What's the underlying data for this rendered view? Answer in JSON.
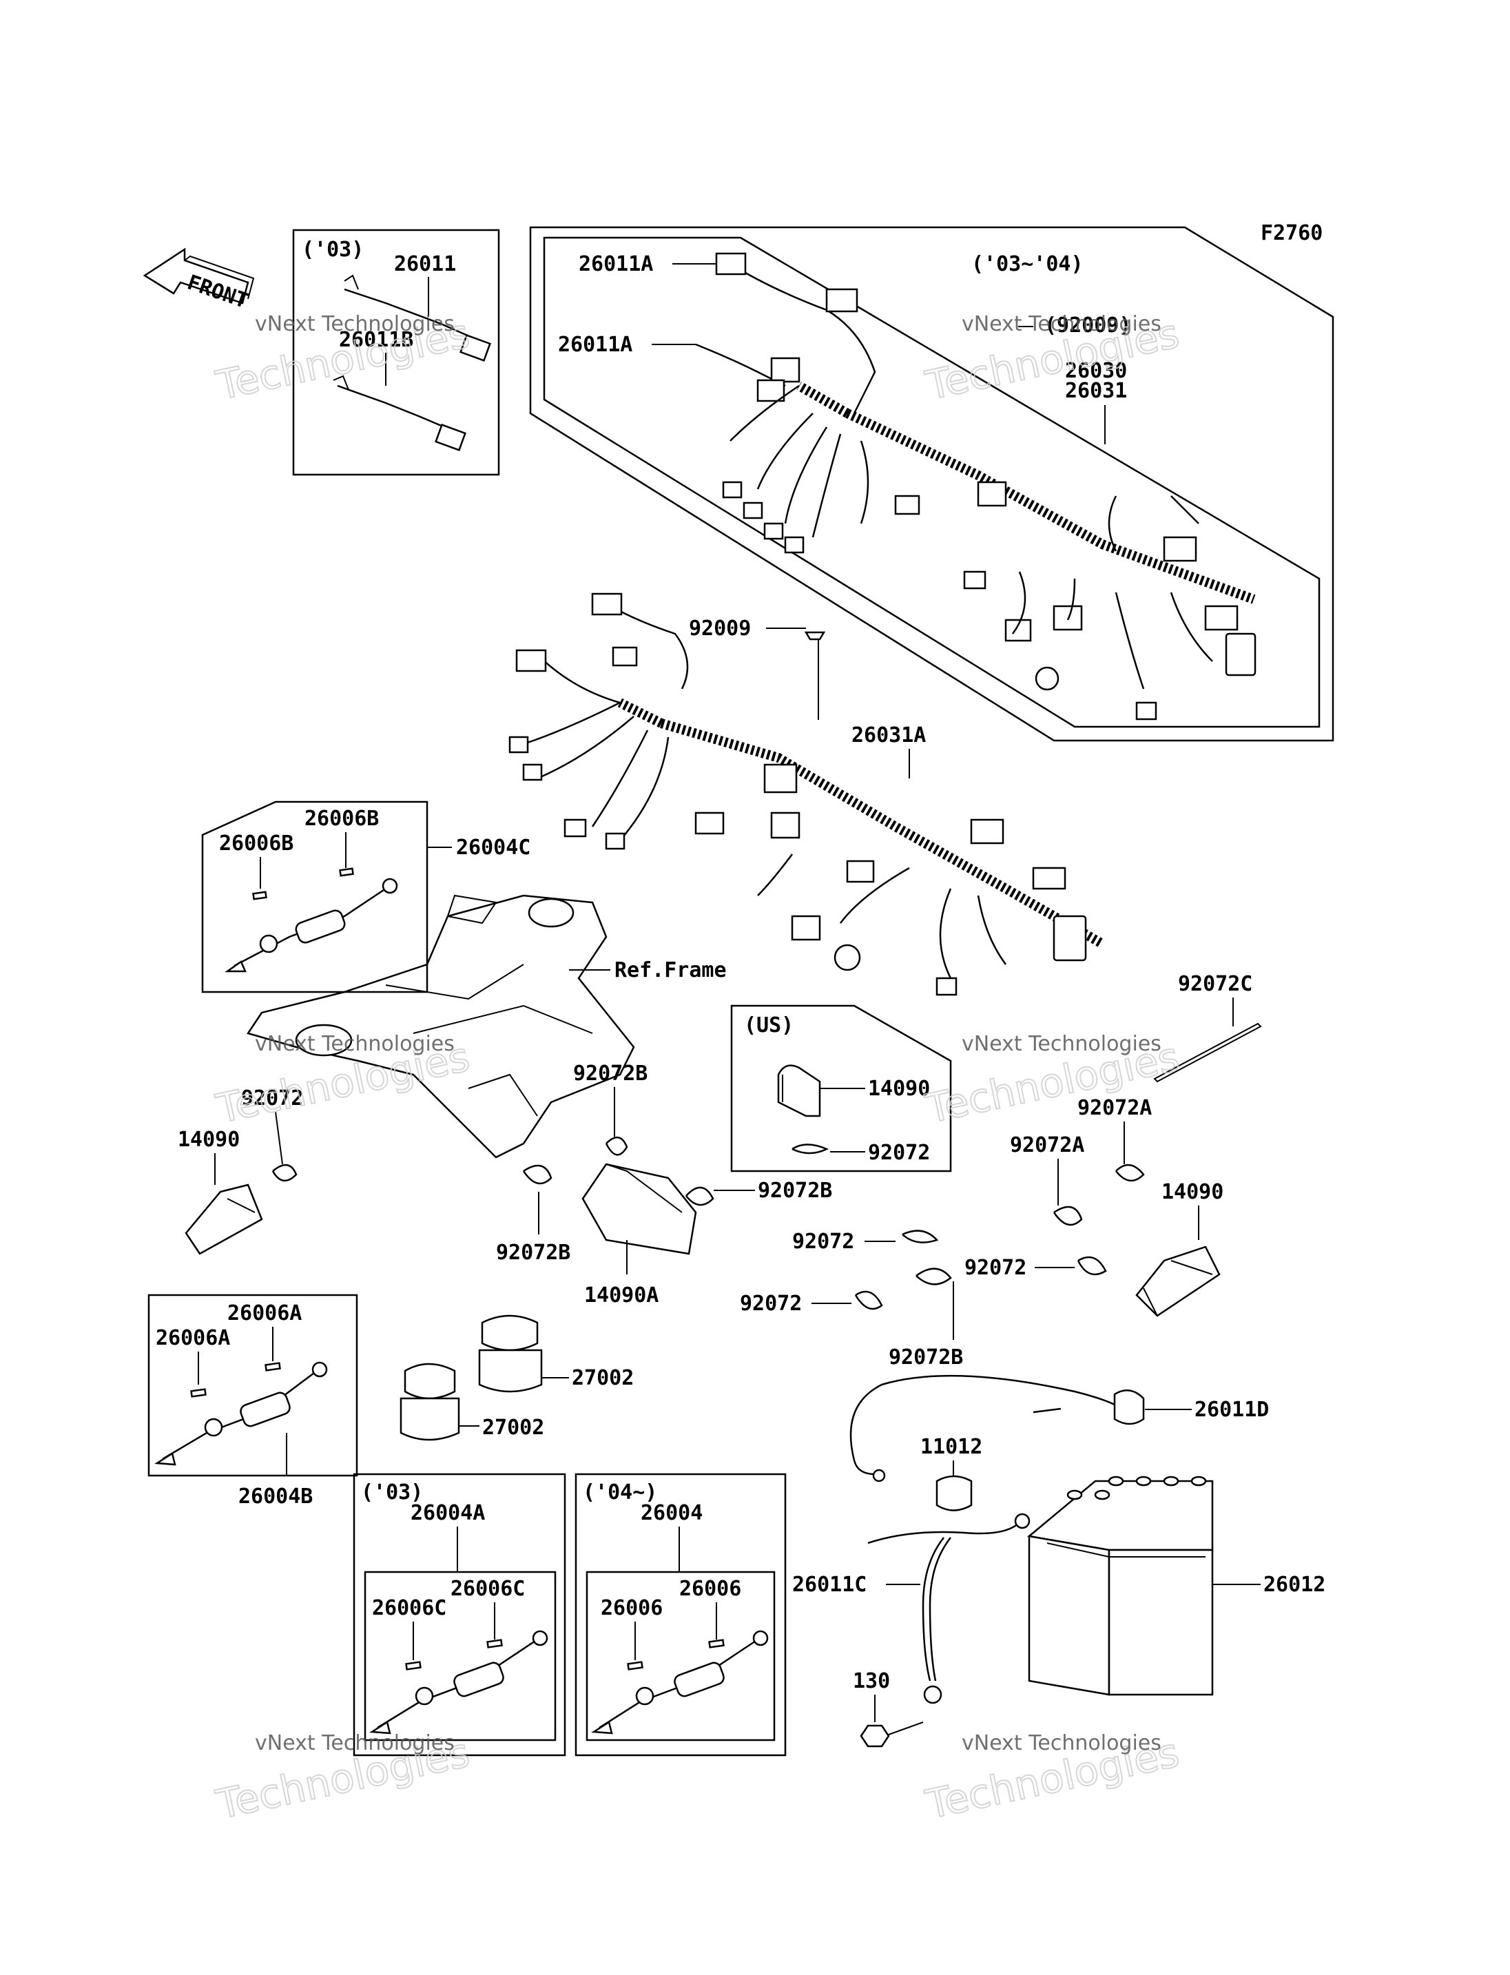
{
  "figure_code": "F2760",
  "front_label": "FRONT",
  "watermark_text": "vNext Technologies",
  "watermark_large": "Technologies",
  "watermark_small_prefix": "vNext",
  "boxes": {
    "top_left_year": "('03)",
    "harness_years": "('03~'04)",
    "us_box": "(US)",
    "box_03": "('03)",
    "box_04": "('04~)"
  },
  "labels": {
    "p26011": "26011",
    "p26011B": "26011B",
    "p26011A_1": "26011A",
    "p26011A_2": "26011A",
    "p92009_paren": "(92009)",
    "p26030": "26030",
    "p26031": "26031",
    "p92009": "92009",
    "p26031A": "26031A",
    "p26006B_1": "26006B",
    "p26006B_2": "26006B",
    "p26004C": "26004C",
    "ref_frame": "Ref.Frame",
    "p92072C": "92072C",
    "p14090_us": "14090",
    "p92072_us": "92072",
    "p92072_left": "92072",
    "p14090_left": "14090",
    "p92072B_1": "92072B",
    "p92072B_2": "92072B",
    "p92072B_3": "92072B",
    "p14090A": "14090A",
    "p92072A_1": "92072A",
    "p92072A_2": "92072A",
    "p14090_right": "14090",
    "p92072_mid1": "92072",
    "p92072_mid2": "92072",
    "p92072_mid3": "92072",
    "p92072B_4": "92072B",
    "p26006A_1": "26006A",
    "p26006A_2": "26006A",
    "p26004B": "26004B",
    "p27002_1": "27002",
    "p27002_2": "27002",
    "p26004A": "26004A",
    "p26006C_1": "26006C",
    "p26006C_2": "26006C",
    "p26004": "26004",
    "p26006_1": "26006",
    "p26006_2": "26006",
    "p11012": "11012",
    "p26011D": "26011D",
    "p26011C": "26011C",
    "p26012": "26012",
    "p130": "130"
  }
}
